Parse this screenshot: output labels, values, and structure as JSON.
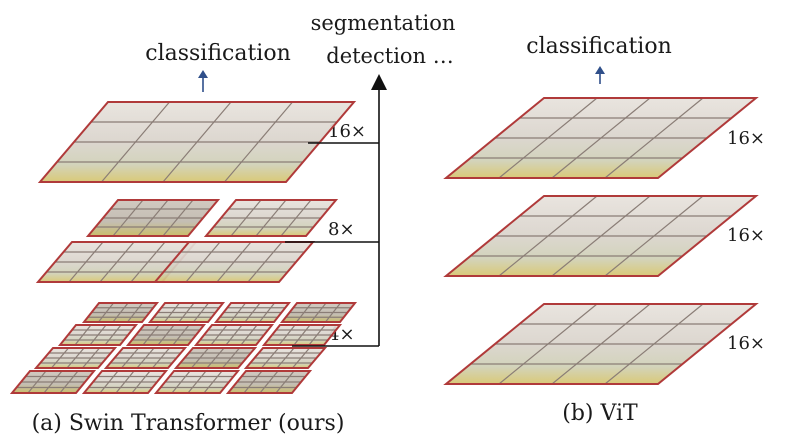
{
  "swin": {
    "top_label": "classification",
    "branch_label_1": "segmentation",
    "branch_label_2": "detection …",
    "scale_16": "16×",
    "scale_8": "8×",
    "scale_4": "4×",
    "caption": "(a) Swin Transformer (ours)"
  },
  "vit": {
    "top_label": "classification",
    "scale_top": "16×",
    "scale_mid": "16×",
    "scale_bottom": "16×",
    "caption": "(b) ViT"
  },
  "colors": {
    "border": "#b03a3a",
    "up_arrow": "#2f4f8a",
    "grid": "#8a7d76"
  }
}
